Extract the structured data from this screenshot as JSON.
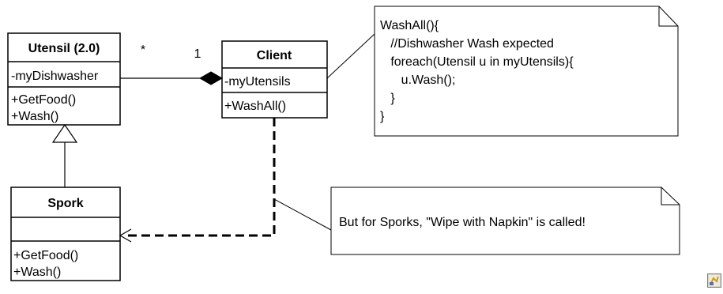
{
  "classes": {
    "utensil": {
      "name": "Utensil (2.0)",
      "attributes": [
        "-myDishwasher"
      ],
      "operations": [
        "+GetFood()",
        "+Wash()"
      ]
    },
    "client": {
      "name": "Client",
      "attributes": [
        "-myUtensils"
      ],
      "operations": [
        "+WashAll()"
      ]
    },
    "spork": {
      "name": "Spork",
      "attributes": [],
      "operations": [
        "+GetFood()",
        "+Wash()"
      ]
    }
  },
  "association": {
    "utensil_multiplicity": "*",
    "client_multiplicity": "1"
  },
  "notes": {
    "washall_code": [
      "WashAll(){",
      "   //Dishwasher Wash expected",
      "   foreach(Utensil u in myUtensils){",
      "      u.Wash();",
      "   }",
      "}"
    ],
    "spork_note": "But for Sporks, \"Wipe with Napkin\" is called!"
  },
  "corner_icon": "app-icon"
}
